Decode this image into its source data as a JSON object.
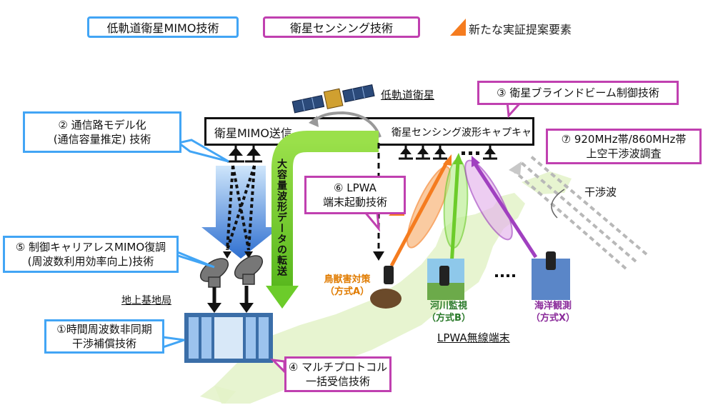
{
  "legend": {
    "blue": "低軌道衛星MIMO技術",
    "pink": "衛星センシング技術",
    "new_element": "新たな実証提案要素"
  },
  "labels": {
    "leo_satellite": "低軌道衛星",
    "sat_mimo_tx": "衛星MIMO送信",
    "sat_sensing_capture": "衛星センシング波形キャプキャ",
    "ground_station": "地上基地局",
    "large_transfer": "大容量波形データの転送",
    "interference_wave": "干渉波",
    "lpwa_terminals": "LPWA無線端末",
    "ellipsis": "・・・",
    "ellipsis2": "■ ■ ■"
  },
  "terminals": [
    {
      "line1": "鳥獣害対策",
      "line2": "（方式A）",
      "color": "#e07b00"
    },
    {
      "line1": "河川監視",
      "line2": "（方式B）",
      "color": "#2a7a2a"
    },
    {
      "line1": "海洋観測",
      "line2": "（方式X）",
      "color": "#8a2a9a"
    }
  ],
  "callouts": {
    "c1": {
      "line1": "①時間周波数非同期",
      "line2": "干渉補償技術"
    },
    "c2": {
      "line1": "② 通信路モデル化",
      "line2": "(通信容量推定) 技術"
    },
    "c3": {
      "line1": "③ 衛星ブラインドビーム制御技術"
    },
    "c4": {
      "line1": "④ マルチプロトコル",
      "line2": "一括受信技術"
    },
    "c5": {
      "line1": "⑤ 制御キャリアレスMIMO復調",
      "line2": "(周波数利用効率向上)技術"
    },
    "c6": {
      "line1": "⑥ LPWA",
      "line2": "端末起動技術"
    },
    "c7": {
      "line1": "⑦ 920MHz帯/860MHz帯",
      "line2": "上空干渉波調査"
    }
  },
  "colors": {
    "blue": "#42a5f5",
    "pink": "#c040b0",
    "orange": "#f57c1f",
    "green": "#6ccc2a",
    "purple": "#a040c0"
  }
}
